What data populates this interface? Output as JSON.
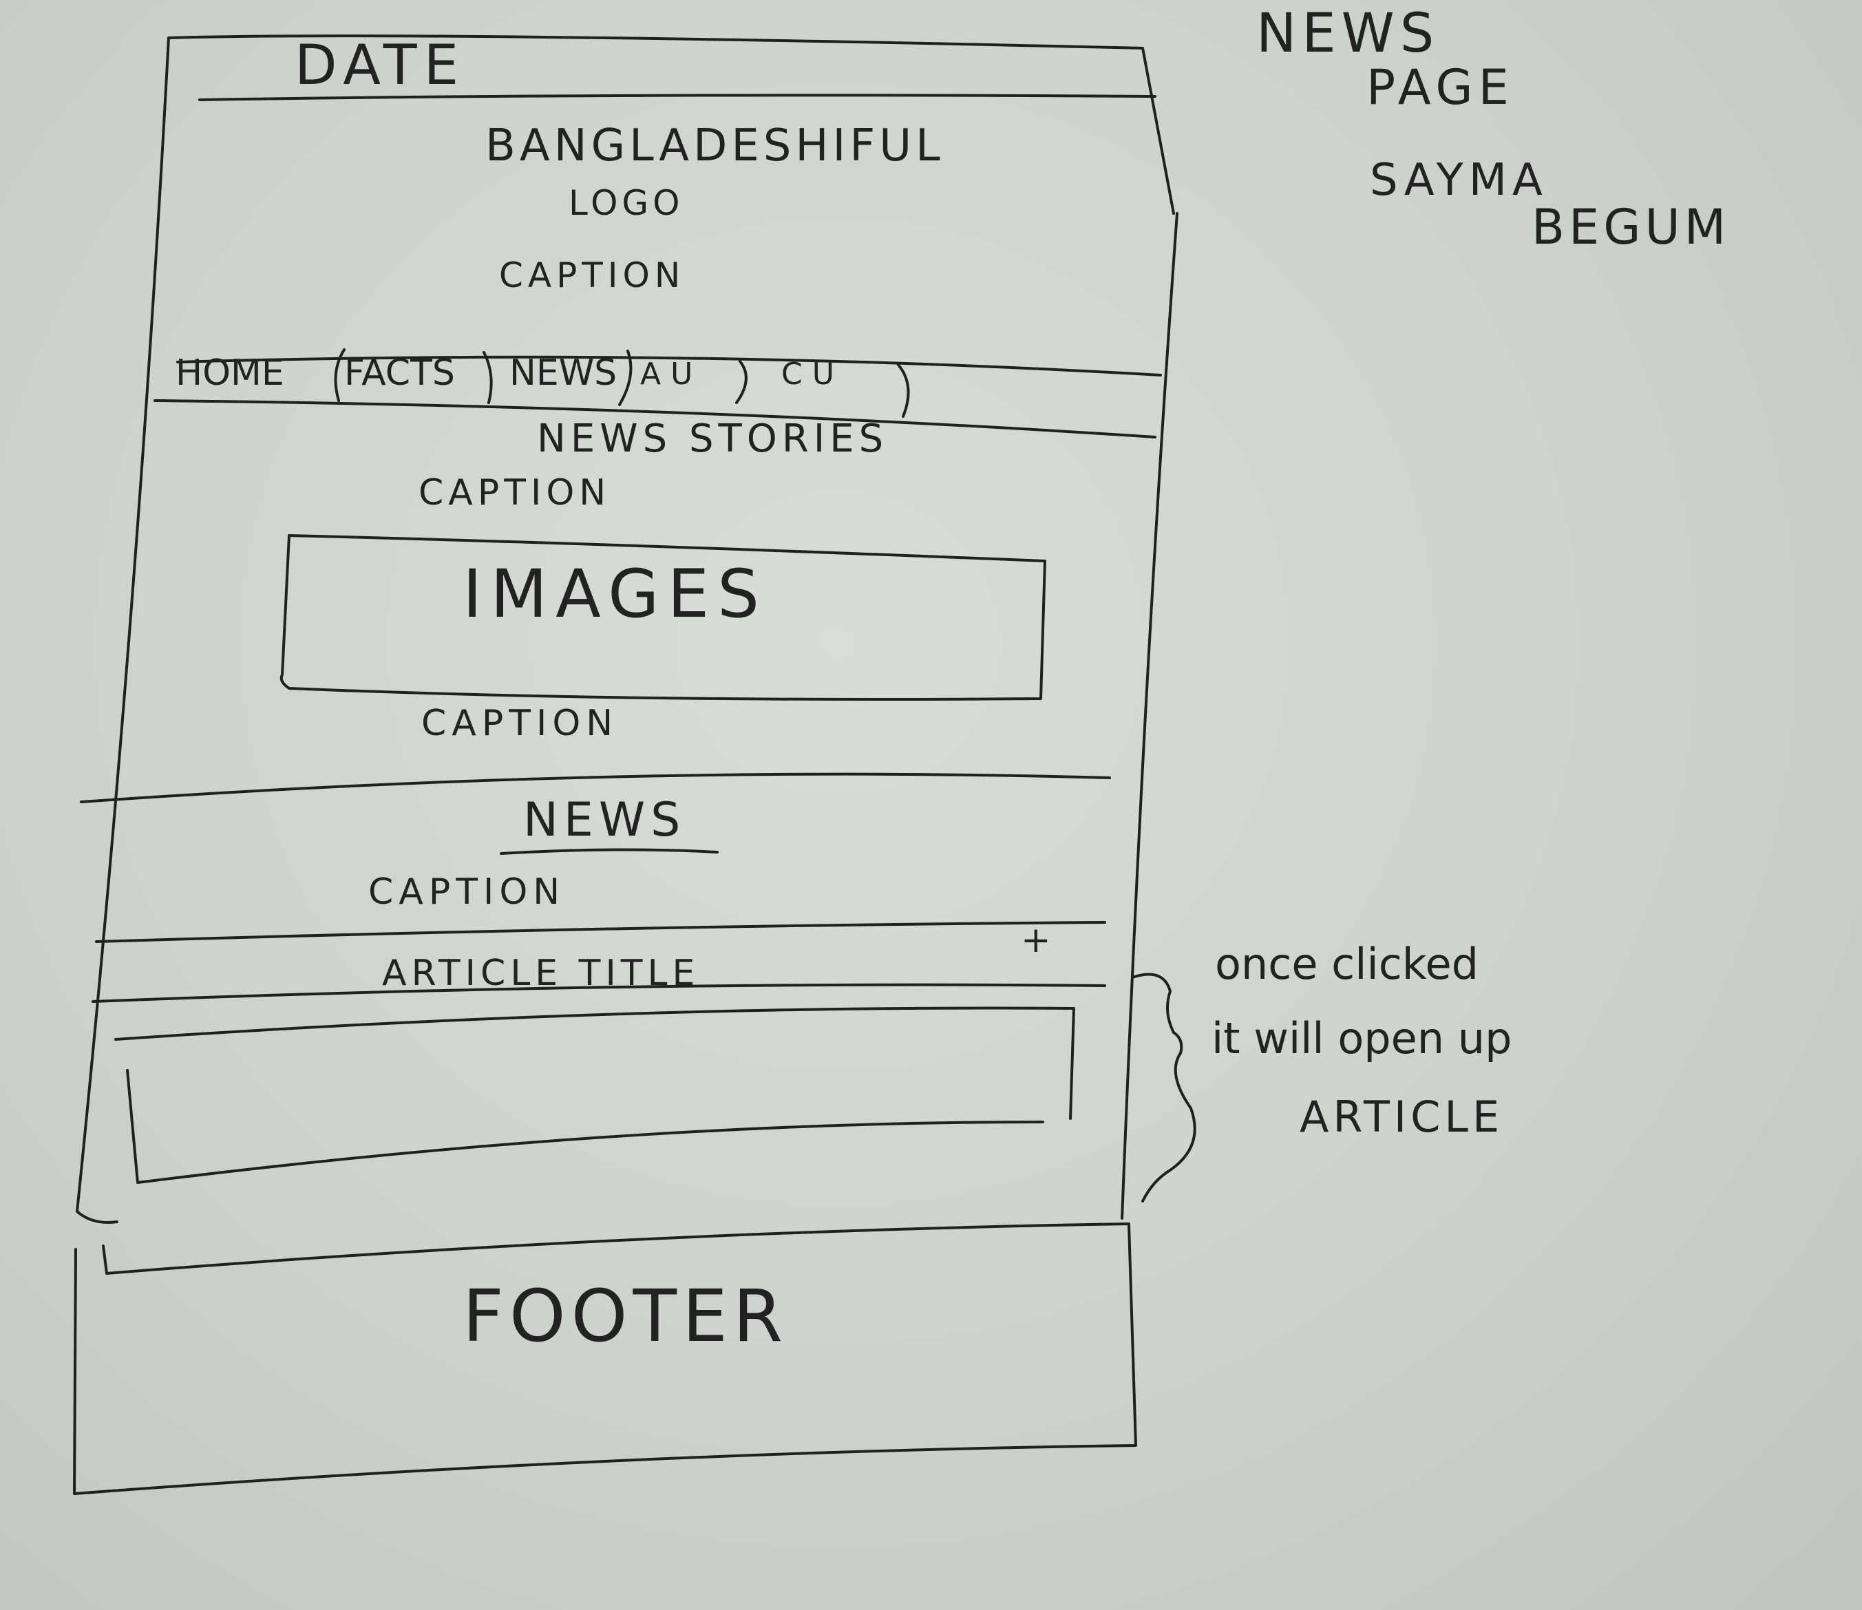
{
  "header": {
    "date_label": "DATE",
    "brand": "BANGLADESHIFUL",
    "logo_label": "LOGO",
    "caption": "CAPTION"
  },
  "nav": {
    "items": [
      {
        "label": "HOME"
      },
      {
        "label": "FACTS"
      },
      {
        "label": "NEWS"
      },
      {
        "label": "A U"
      },
      {
        "label": "C U"
      }
    ]
  },
  "stories": {
    "heading": "NEWS STORIES",
    "caption_top": "CAPTION",
    "images_label": "IMAGES",
    "caption_bottom": "CAPTION"
  },
  "news": {
    "heading": "NEWS",
    "caption": "CAPTION",
    "article_title": "ARTICLE TITLE",
    "expand_symbol": "+"
  },
  "footer": {
    "label": "FOOTER"
  },
  "side_title": {
    "line1": "NEWS",
    "line2": "PAGE"
  },
  "author": {
    "first": "SAYMA",
    "last": "BEGUM"
  },
  "annotation": {
    "line1": "once clicked",
    "line2": "it will open up",
    "line3": "ARTICLE"
  }
}
